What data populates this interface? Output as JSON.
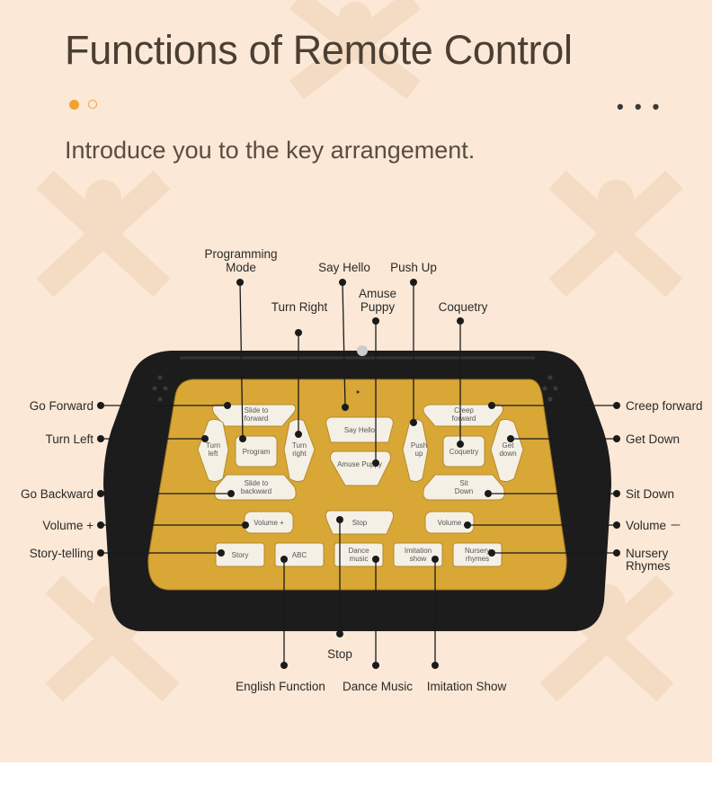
{
  "header": {
    "title": "Functions of Remote Control",
    "subtitle": "Introduce you to the key arrangement."
  },
  "colors": {
    "accent": "#f0a22d",
    "background": "#fbe8d6",
    "panel": "#d9a736",
    "body": "#1c1c1c"
  },
  "icons": {
    "pager_active": "dot-filled",
    "pager_inactive": "dot-ring",
    "more": "ellipsis-icon"
  },
  "more_label": "• • •",
  "buttons": {
    "slide_forward": "Slide to forward",
    "turn_left": "Turn left",
    "program": "Program",
    "turn_right": "Turn right",
    "say_hello": "Say Hello",
    "amuse_puppy": "Amuse Puppy",
    "push_up": "Push up",
    "creep_forward": "Creep forward",
    "coquetry": "Coquetry",
    "get_down": "Get down",
    "slide_backward": "Slide to backward",
    "sit_down": "Sit Down",
    "volume_plus": "Volume +",
    "stop": "Stop",
    "volume_minus": "Volume",
    "story": "Story",
    "abc": "ABC",
    "dance_music": "Dance music",
    "imitation_show": "Imitation show",
    "nursery_rhymes": "Nursery rhymes"
  },
  "labels": {
    "programming_mode": [
      "Programming",
      "Mode"
    ],
    "say_hello": "Say Hello",
    "push_up": "Push Up",
    "amuse_puppy": [
      "Amuse",
      "Puppy"
    ],
    "turn_right": "Turn Right",
    "coquetry": "Coquetry",
    "go_forward": "Go Forward",
    "turn_left": "Turn Left",
    "go_backward": "Go Backward",
    "volume_plus": "Volume +",
    "story_telling": "Story-telling",
    "creep_forward": "Creep forward",
    "get_down": "Get Down",
    "sit_down": "Sit Down",
    "volume_minus": "Volume －",
    "nursery_rhymes": [
      "Nursery",
      "Rhymes"
    ],
    "stop": "Stop",
    "english_function": "English Function",
    "dance_music": "Dance Music",
    "imitation_show": "Imitation Show"
  }
}
